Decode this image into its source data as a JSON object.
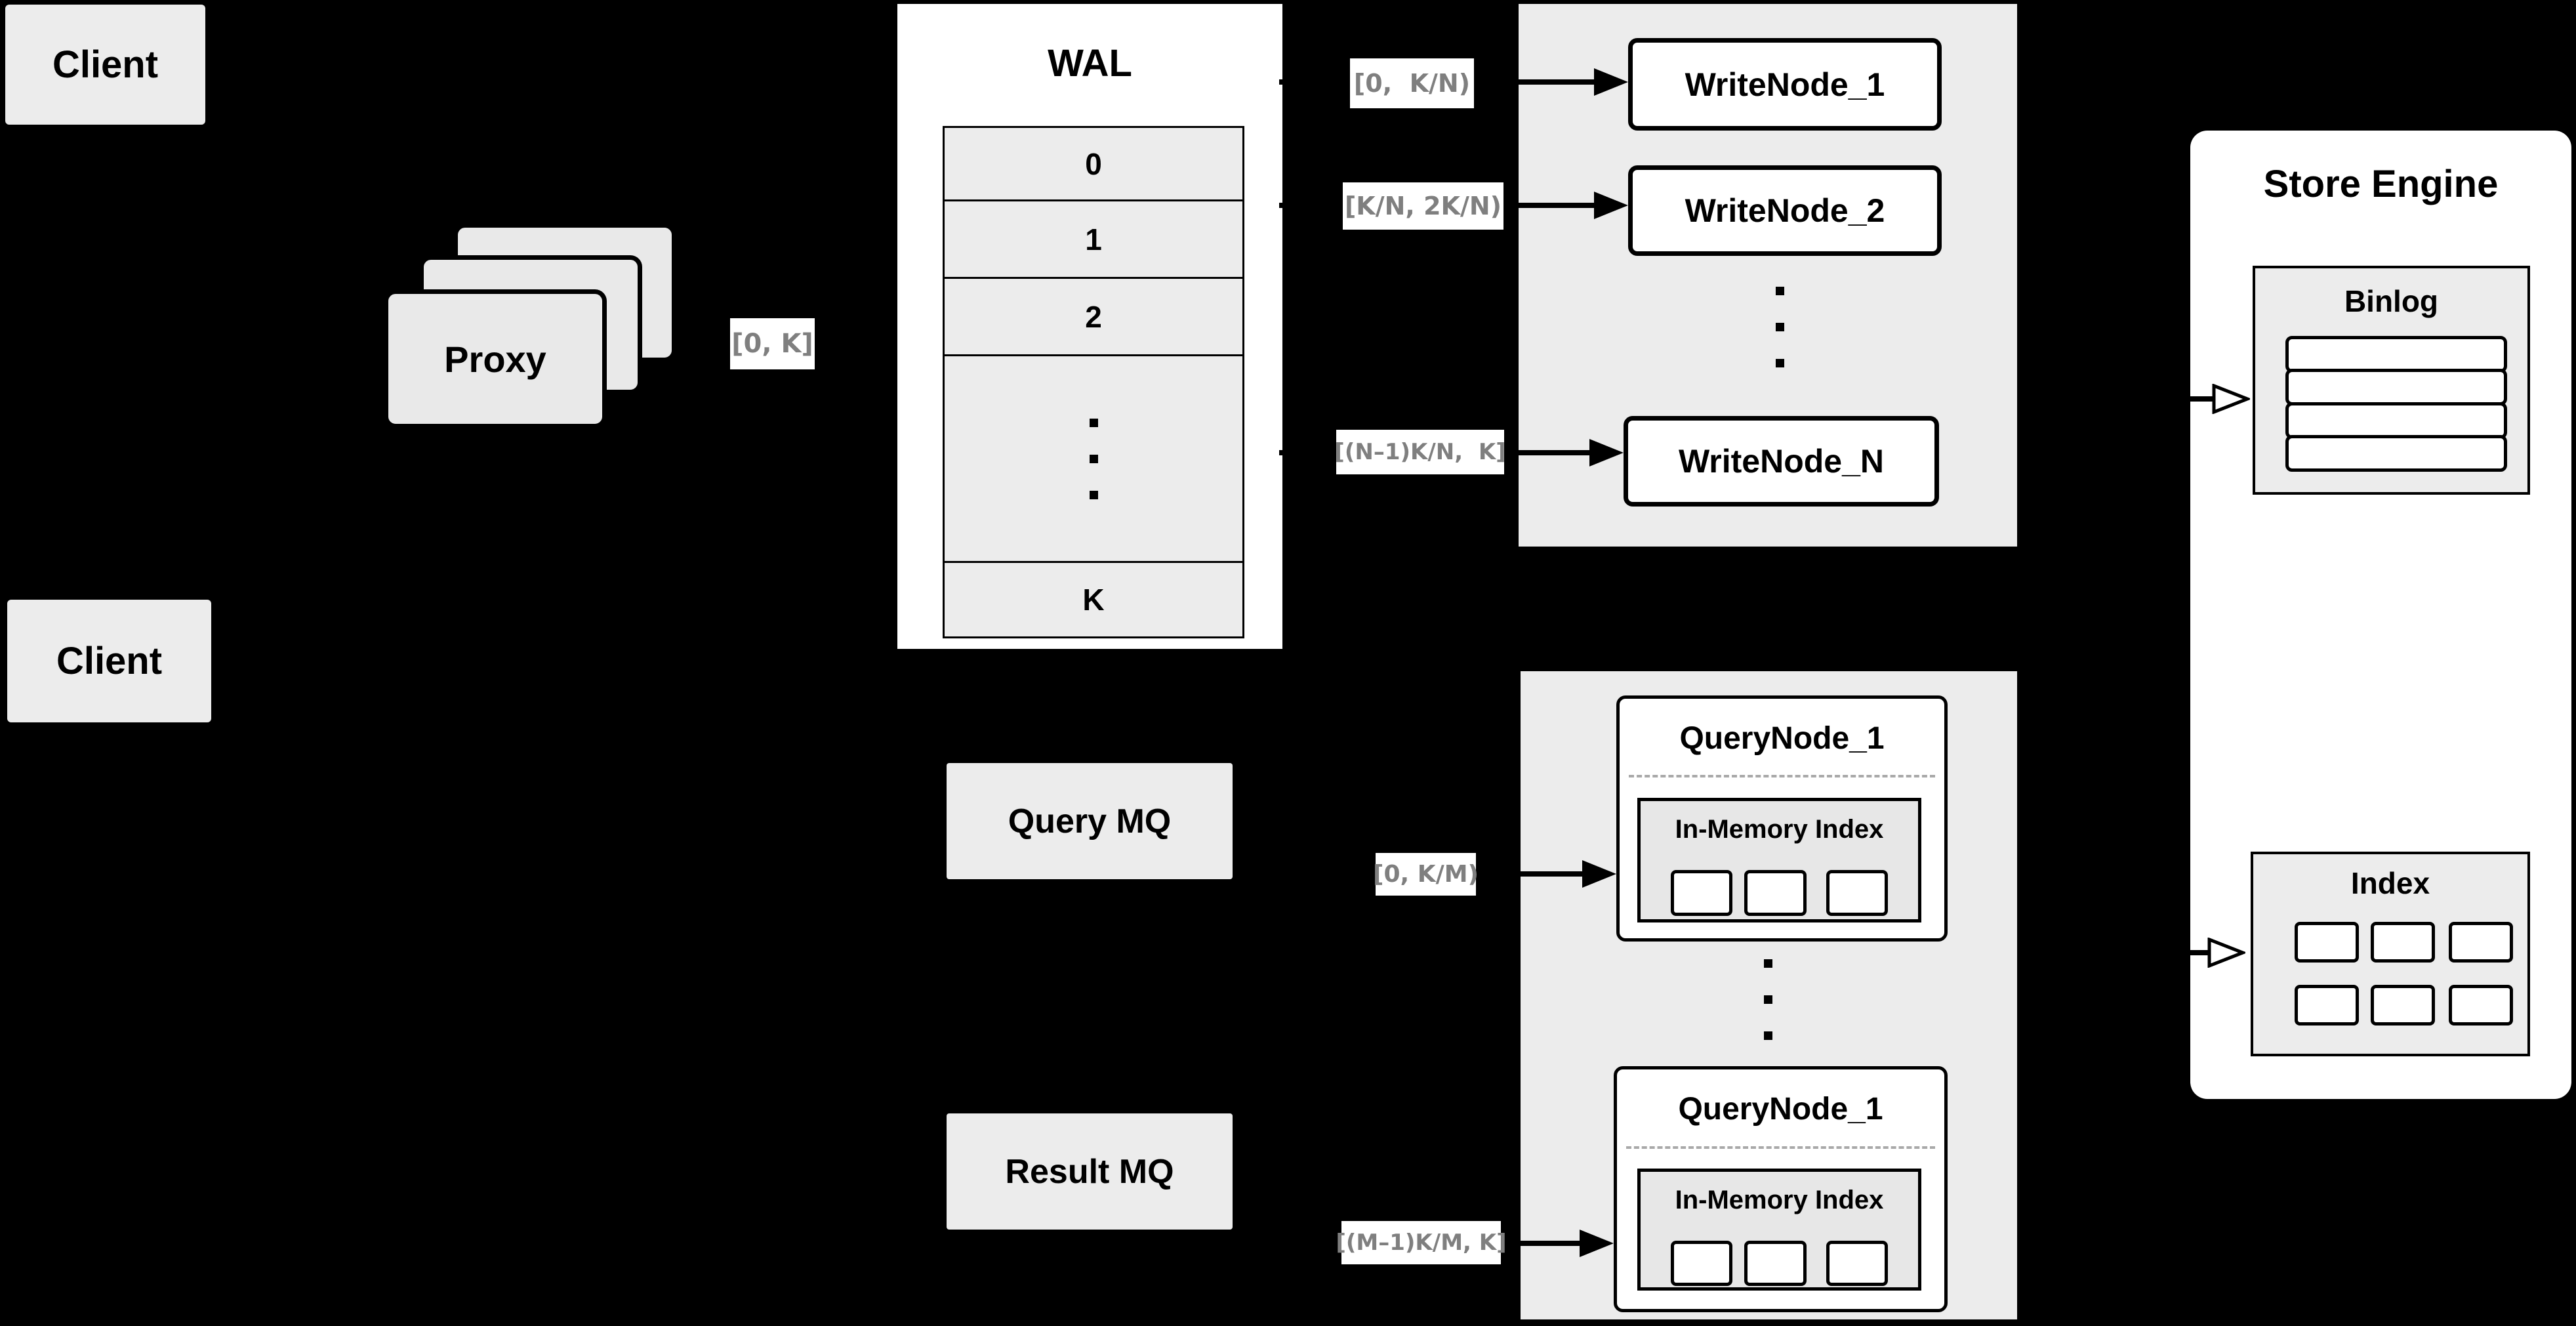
{
  "colors": {
    "background": "#000000",
    "panel_gray": "#ececec",
    "box_white": "#ffffff",
    "border_black": "#000000",
    "range_label_text": "#7f7f7f"
  },
  "clients": {
    "top": "Client",
    "bottom": "Client"
  },
  "proxy": {
    "label": "Proxy"
  },
  "wal": {
    "title": "WAL",
    "rows": [
      "0",
      "1",
      "2"
    ],
    "row_k": "K"
  },
  "range_labels": {
    "proxy_to_wal": "[0, K]",
    "wal_to_write_1": "[0,  K/N)",
    "wal_to_write_2": "[K/N, 2K/N)",
    "wal_to_write_n": "[(N–1)K/N,  K]",
    "mq_to_query_1": "[0, K/M)",
    "mq_to_query_m": "[(M–1)K/M, K]"
  },
  "write_nodes": {
    "node1": "WriteNode_1",
    "node2": "WriteNode_2",
    "nodeN": "WriteNode_N"
  },
  "query_nodes": {
    "node_top": "QueryNode_1",
    "node_bottom": "QueryNode_1",
    "in_memory_top": "In-Memory Index",
    "in_memory_bottom": "In-Memory Index"
  },
  "mq": {
    "query": "Query MQ",
    "result": "Result MQ"
  },
  "store_engine": {
    "title": "Store Engine",
    "binlog": "Binlog",
    "index": "Index"
  }
}
